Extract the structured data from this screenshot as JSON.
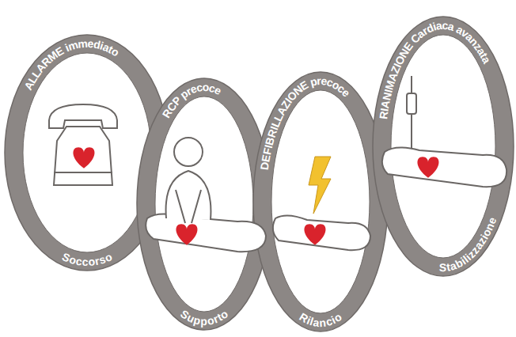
{
  "diagram": {
    "nodes": [
      {
        "text": [
          "ALLARME immediato",
          "Soccorso"
        ]
      },
      {
        "text": [
          "RCP precoce",
          "Supporto"
        ]
      },
      {
        "text": [
          "DEFIBRILLAZIONE precoce",
          "Rilancio"
        ]
      },
      {
        "text": [
          "RIANIMAZIONE Cardiaca avanzata",
          "Stabilizzazione"
        ]
      }
    ]
  }
}
